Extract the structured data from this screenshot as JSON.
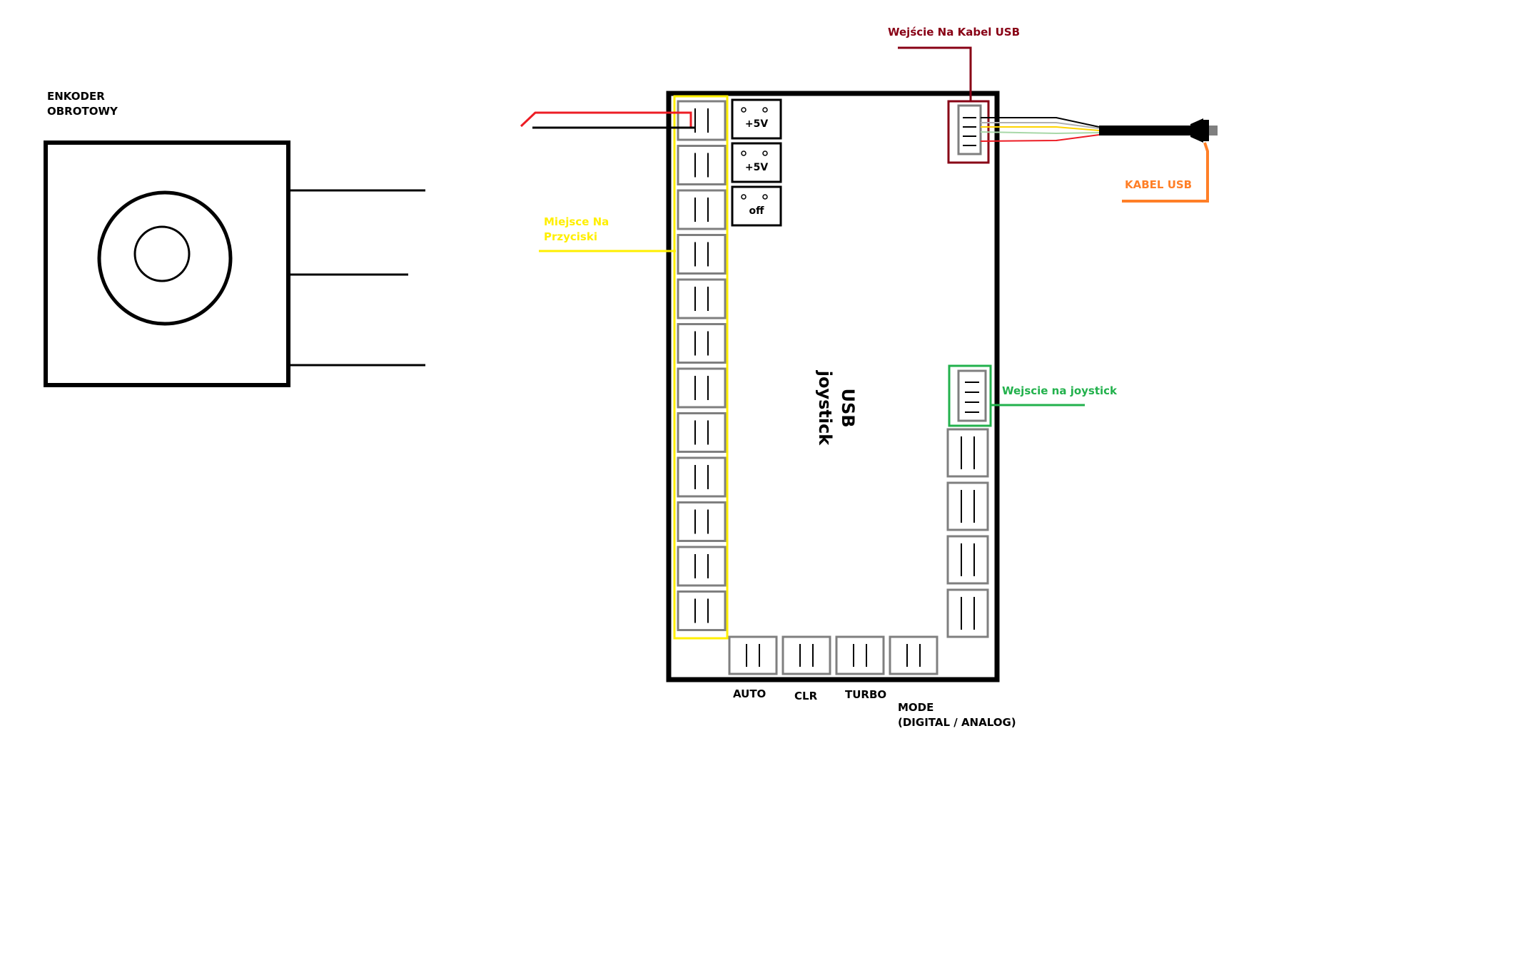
{
  "labels": {
    "encoder_line1": "ENKODER",
    "encoder_line2": "OBROTOWY",
    "usb_port": "Wejście Na Kabel USB",
    "usb_cable": "KABEL USB",
    "buttons_line1": "Miejsce Na",
    "buttons_line2": "Przyciski",
    "joystick_input": "Wejscie na joystick",
    "board_line1": "USB",
    "board_line2": "joystick",
    "auto": "AUTO",
    "clr": "CLR",
    "turbo": "TURBO",
    "mode_line1": "MODE",
    "mode_line2": "(DIGITAL / ANALOG)"
  },
  "switches": [
    {
      "label": "+5V"
    },
    {
      "label": "+5V"
    },
    {
      "label": "off"
    }
  ],
  "colors": {
    "usb_port": "#880015",
    "usb_cable": "#ff7f27",
    "buttons": "#ffef00",
    "joystick": "#22b14c",
    "wire_red": "#ed1c24",
    "connector": "#7f7f7f"
  }
}
